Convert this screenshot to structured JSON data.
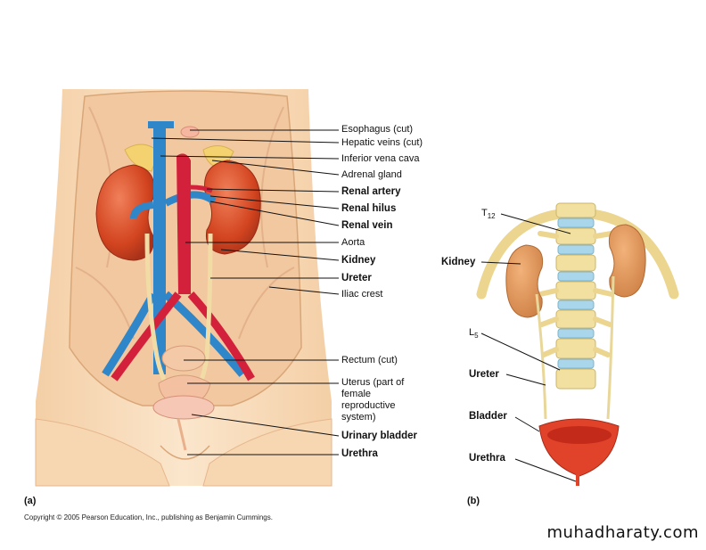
{
  "labels_a": [
    {
      "id": "esophagus",
      "text": "Esophagus (cut)",
      "bold": false
    },
    {
      "id": "hepatic",
      "text": "Hepatic veins (cut)",
      "bold": false
    },
    {
      "id": "ivc",
      "text": "Inferior vena cava",
      "bold": false
    },
    {
      "id": "adrenal",
      "text": "Adrenal gland",
      "bold": false
    },
    {
      "id": "renal_artery",
      "text": "Renal artery",
      "bold": true
    },
    {
      "id": "renal_hilus",
      "text": "Renal hilus",
      "bold": true
    },
    {
      "id": "renal_vein",
      "text": "Renal vein",
      "bold": true
    },
    {
      "id": "aorta",
      "text": "Aorta",
      "bold": false
    },
    {
      "id": "kidney",
      "text": "Kidney",
      "bold": true
    },
    {
      "id": "ureter",
      "text": "Ureter",
      "bold": true
    },
    {
      "id": "iliac",
      "text": "Iliac crest",
      "bold": false
    },
    {
      "id": "rectum",
      "text": "Rectum (cut)",
      "bold": false
    },
    {
      "id": "uterus",
      "text": "Uterus (part of female reproductive system)",
      "bold": false
    },
    {
      "id": "bladder",
      "text": "Urinary bladder",
      "bold": true
    },
    {
      "id": "urethra",
      "text": "Urethra",
      "bold": true
    }
  ],
  "labels_b": {
    "t12": "T",
    "t12_sub": "12",
    "kidney": "Kidney",
    "l5": "L",
    "l5_sub": "5",
    "ureter": "Ureter",
    "bladder": "Bladder",
    "urethra": "Urethra"
  },
  "panel_a": "(a)",
  "panel_b": "(b)",
  "copyright": "Copyright © 2005 Pearson Education, Inc., publishing as Benjamin Cummings.",
  "watermark": "muhadharaty.com",
  "colors": {
    "skin": "#f6d9b6",
    "kidney": "#d9502a",
    "vein": "#2f86c9",
    "artery": "#d4213b",
    "bone": "#f1e0a0",
    "disc": "#a9d6ea",
    "bladder": "#e0432a"
  }
}
